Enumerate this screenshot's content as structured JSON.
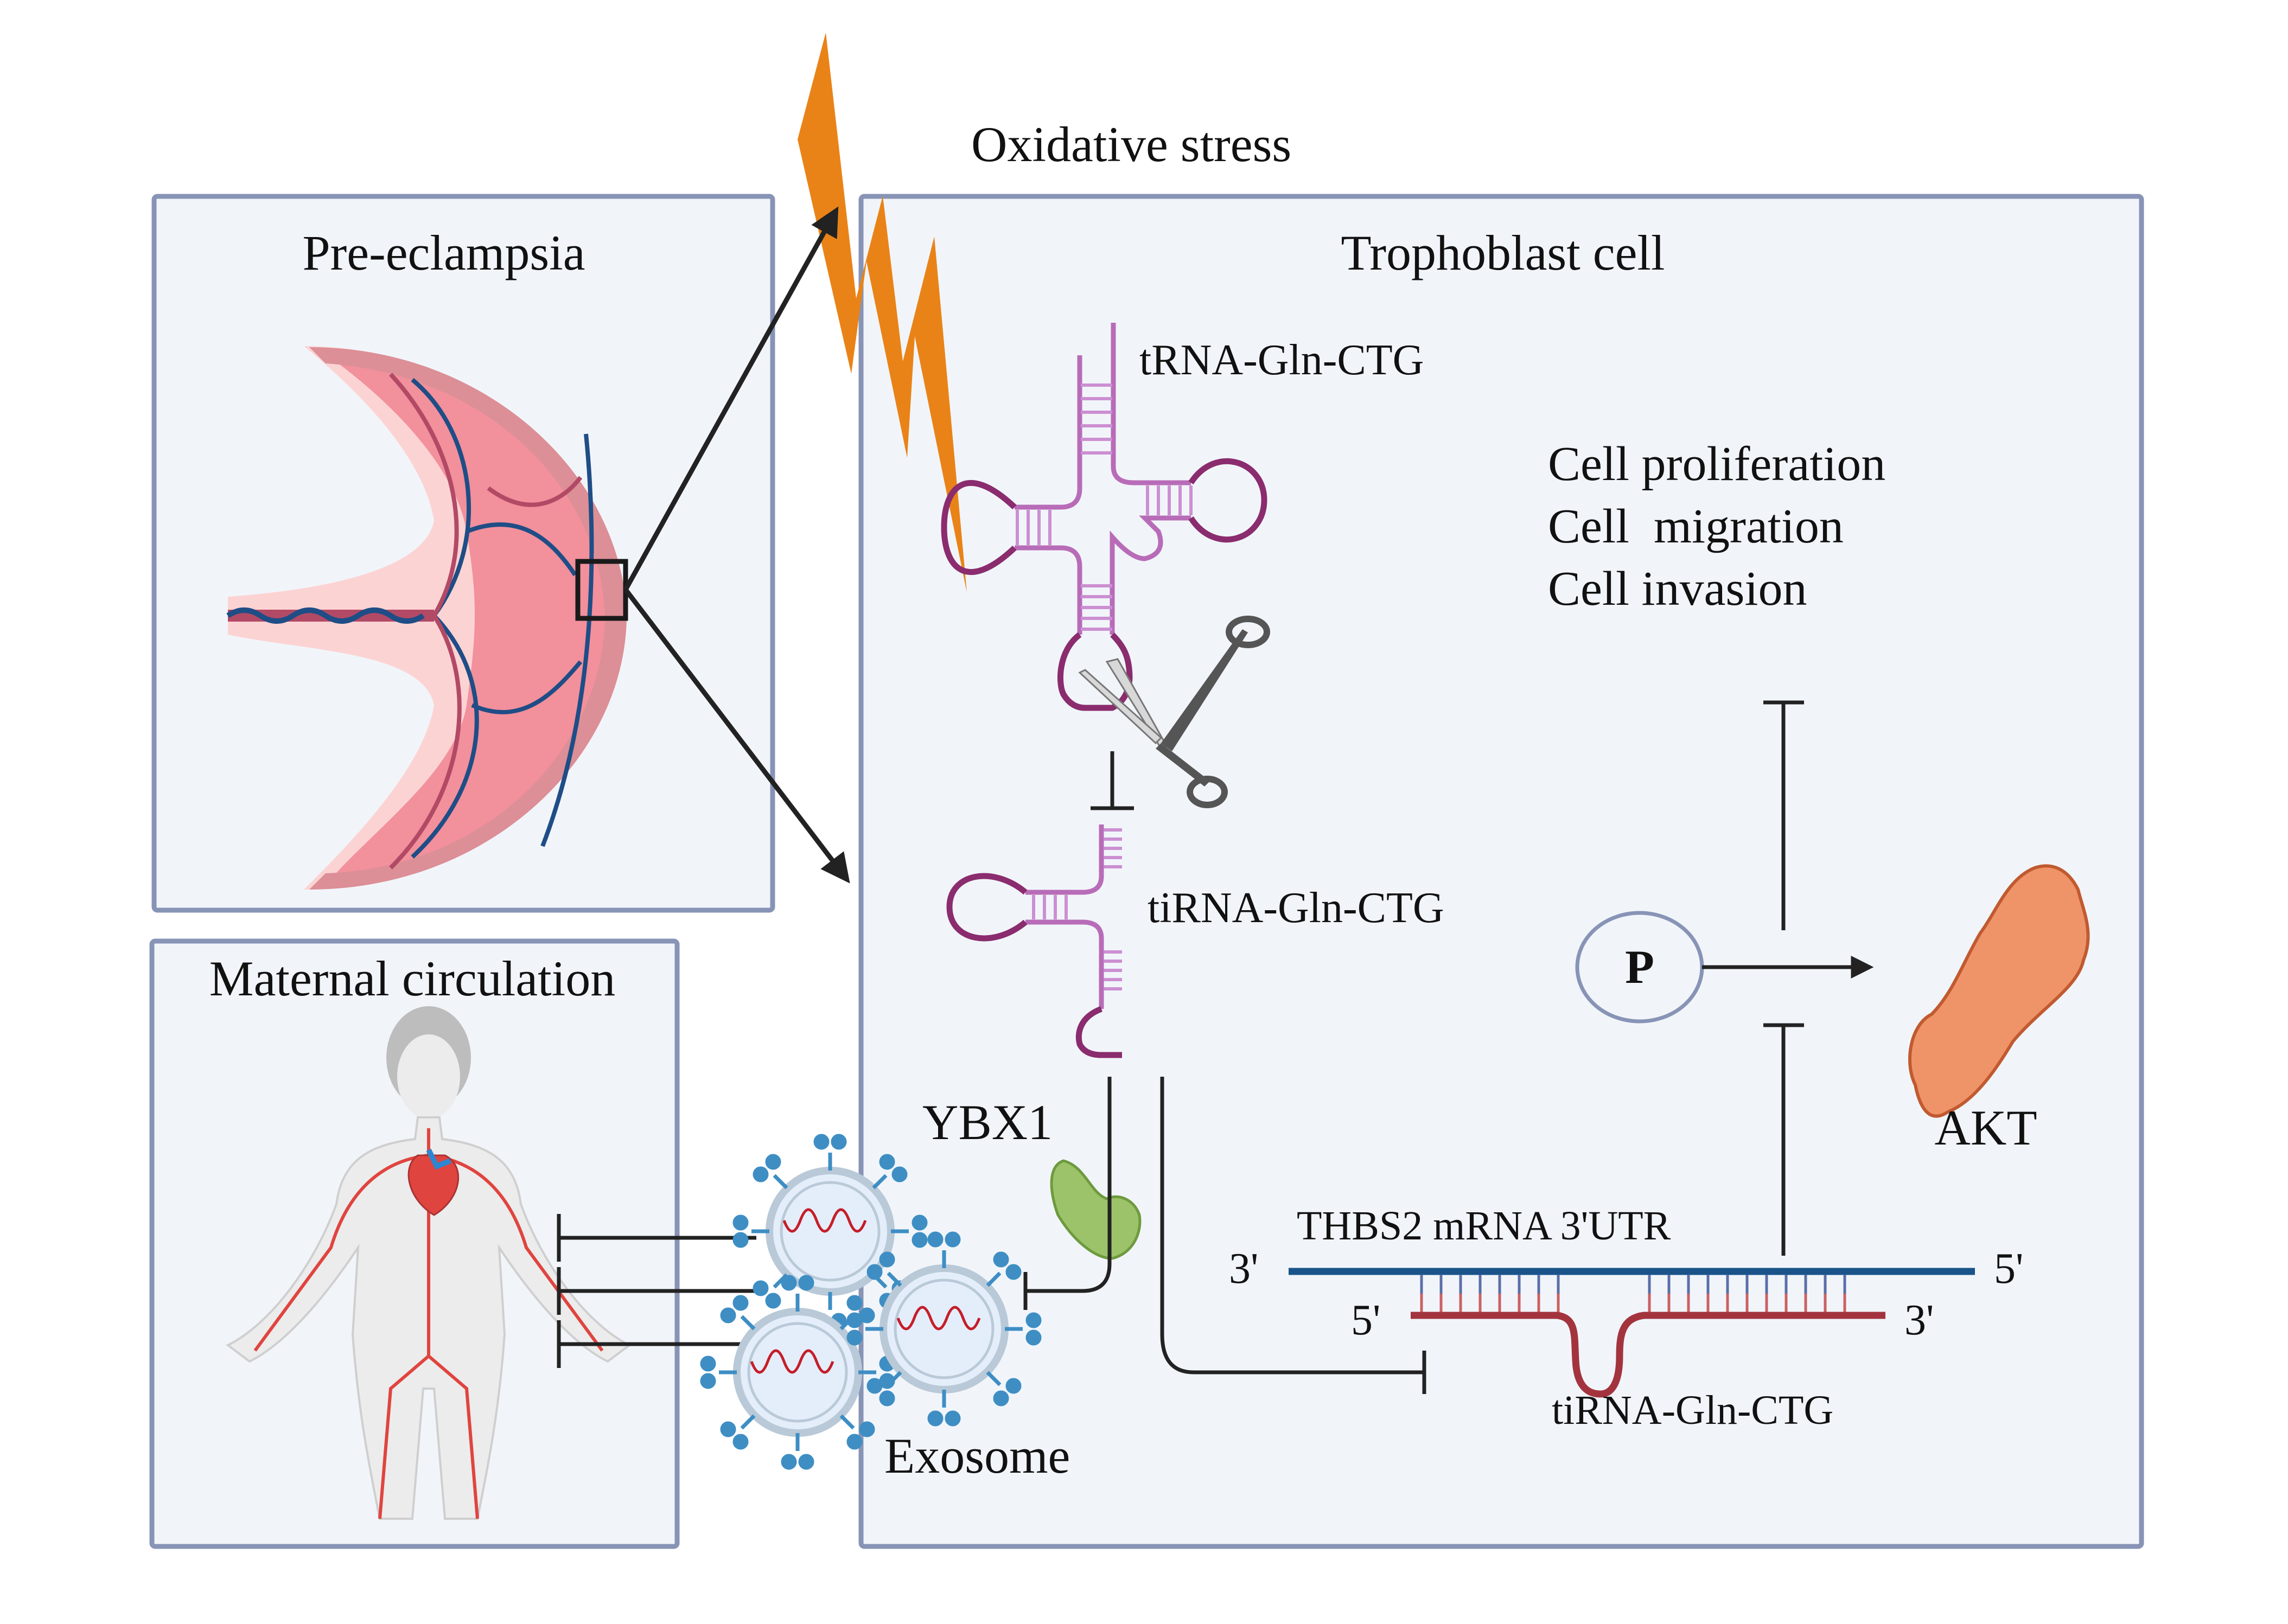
{
  "title": "tiRNA-Gln-CTG in pre-eclampsia: trophoblast mechanism",
  "panels": {
    "preeclampsia": {
      "title": "Pre-eclampsia"
    },
    "maternal": {
      "title": "Maternal circulation"
    },
    "trophoblast": {
      "title": "Trophoblast cell"
    }
  },
  "stimulus": {
    "label": "Oxidative stress",
    "color": "#e98317"
  },
  "labels": {
    "trna": "tRNA-Gln-CTG",
    "tirna": "tiRNA-Gln-CTG",
    "ybx1": "YBX1",
    "exosome": "Exosome",
    "thbs2": "THBS2 mRNA 3'UTR",
    "tirna_bound": "tiRNA-Gln-CTG",
    "phospho": "P",
    "akt": "AKT",
    "prime3_top": "3'",
    "prime5_top": "5'",
    "prime5_bottom": "5'",
    "prime3_bottom": "3'"
  },
  "phenotypes": [
    "Cell proliferation",
    "Cell  migration",
    "Cell invasion"
  ],
  "colors": {
    "panel_border": "#8894b6",
    "panel_fill": "#f1f5fa",
    "trna_light": "#b86cb8",
    "trna_dark": "#8a2c6e",
    "mrna": "#1a5389",
    "tirna_strand": "#a3343e",
    "ybx1": "#9cc36a",
    "akt": "#ef9468",
    "exosome_marker": "#3e8ec4"
  }
}
